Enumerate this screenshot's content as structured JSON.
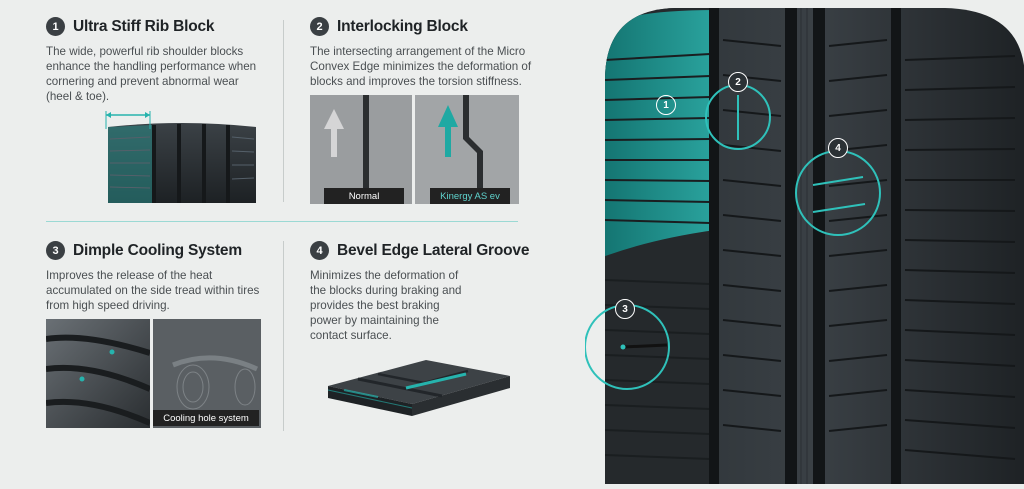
{
  "features": [
    {
      "number": "1",
      "title": "Ultra Stiff Rib Block",
      "description": "The wide, powerful rib shoulder blocks enhance the handling performance when cornering and prevent abnormal wear (heel & toe)."
    },
    {
      "number": "2",
      "title": "Interlocking Block",
      "description": "The intersecting arrangement of the Micro Convex Edge minimizes the deformation of blocks and improves the torsion stiffness.",
      "captions": {
        "normal": "Normal",
        "product": "Kinergy AS ev"
      }
    },
    {
      "number": "3",
      "title": "Dimple Cooling System",
      "description": "Improves the release of the heat accumulated on the side tread within tires from high speed driving.",
      "caption": "Cooling hole system"
    },
    {
      "number": "4",
      "title": "Bevel Edge Lateral Groove",
      "description": "Minimizes the deformation of the blocks during braking and provides the best braking power by maintaining the contact surface."
    }
  ],
  "callouts": [
    "1",
    "2",
    "3",
    "4"
  ],
  "colors": {
    "accent": "#26b3ad",
    "badge": "#3a3f43",
    "background": "#eceeed"
  }
}
